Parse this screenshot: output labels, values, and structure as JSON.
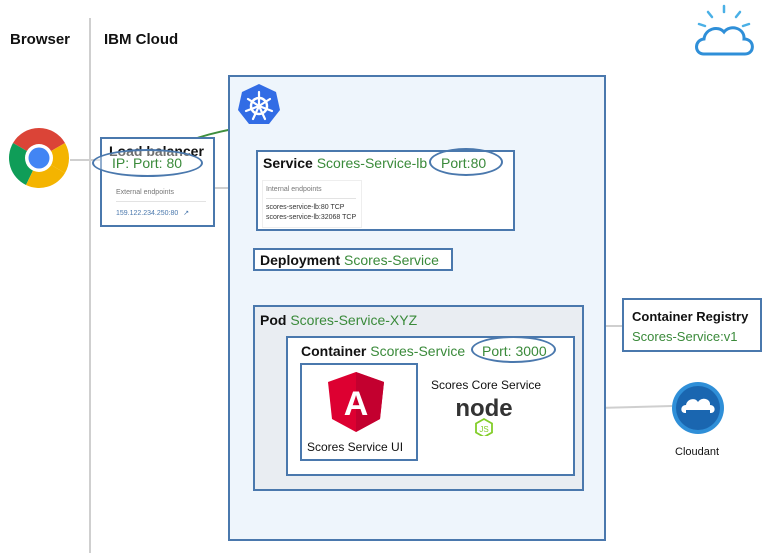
{
  "headers": {
    "browser": "Browser",
    "cloud": "IBM Cloud"
  },
  "load_balancer": {
    "title": "Load balancer",
    "ip_port": "IP: Port: 80",
    "ext_label": "External endpoints",
    "ext_value": "159.122.234.250:80"
  },
  "service": {
    "kind": "Service",
    "name": "Scores-Service-lb",
    "port": "Port:80",
    "int_label": "Internal endpoints",
    "endpoint1": "scores-service-lb:80 TCP",
    "endpoint2": "scores-service-lb:32068 TCP"
  },
  "deployment": {
    "kind": "Deployment",
    "name": "Scores-Service"
  },
  "pod": {
    "kind": "Pod",
    "name": "Scores-Service-XYZ"
  },
  "container": {
    "kind": "Container",
    "name": "Scores-Service",
    "port": "Port: 3000"
  },
  "ui": {
    "label": "Scores Service UI",
    "logo_letter": "A"
  },
  "core": {
    "label": "Scores Core Service",
    "node_text": "node",
    "js_text": "JS"
  },
  "registry": {
    "title": "Container Registry",
    "image": "Scores-Service:v1"
  },
  "cloudant": {
    "label": "Cloudant"
  },
  "colors": {
    "frame_blue": "#4a78ad",
    "green_text": "#3a8a3a",
    "arrow_green": "#3f8f3f",
    "k8s_blue": "#326ce5",
    "angular_red": "#dd0031"
  }
}
